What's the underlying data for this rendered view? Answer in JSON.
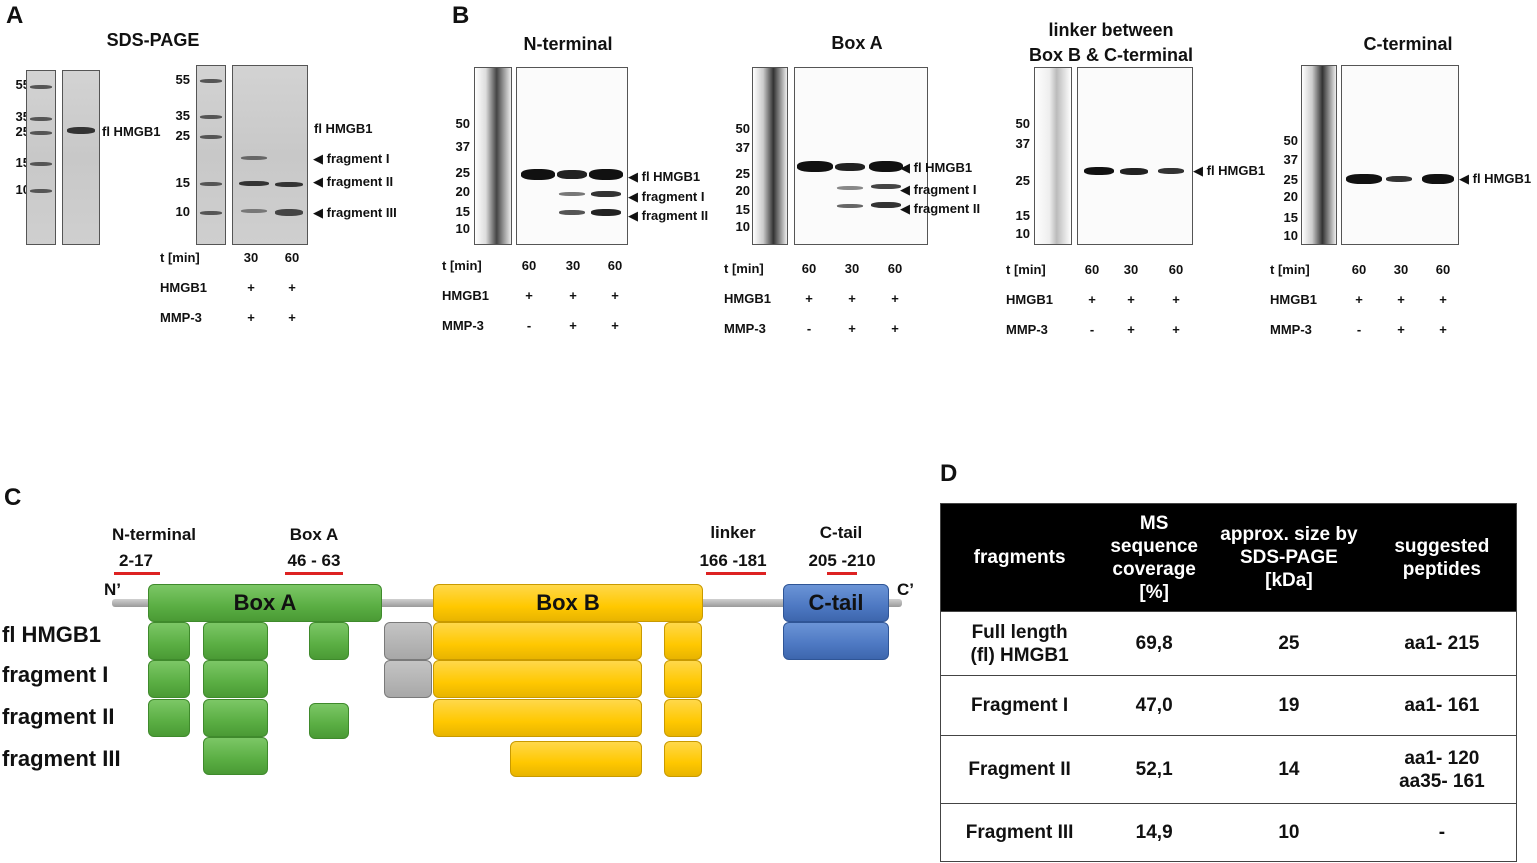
{
  "panels": {
    "a": "A",
    "b": "B",
    "c": "C",
    "d": "D"
  },
  "panel_a": {
    "title": "SDS-PAGE",
    "marker_left": [
      "55",
      "35",
      "25",
      "15",
      "10"
    ],
    "fl_label": "fl HMGB1",
    "marker_right": [
      "55",
      "35",
      "25",
      "15",
      "10"
    ],
    "arrows": {
      "fl": "fl HMGB1",
      "f1": "fragment I",
      "f2": "fragment II",
      "f3": "fragment III"
    },
    "cond_labels": {
      "t": "t [min]",
      "hmgb1": "HMGB1",
      "mmp3": "MMP-3"
    },
    "t_values": [
      "30",
      "60"
    ],
    "hmgb1_values": [
      "+",
      "+"
    ],
    "mmp3_values": [
      "+",
      "+"
    ]
  },
  "panel_b": {
    "blots": [
      {
        "title": "N-terminal",
        "markers": [
          "50",
          "37",
          "25",
          "20",
          "15",
          "10"
        ],
        "arrows": [
          "fl HMGB1",
          "fragment I",
          "fragment II"
        ]
      },
      {
        "title": "Box A",
        "markers": [
          "50",
          "37",
          "25",
          "20",
          "15",
          "10"
        ],
        "arrows": [
          "fl HMGB1",
          "fragment I",
          "fragment II"
        ]
      },
      {
        "title_line1": "linker between",
        "title_line2": "Box B & C-terminal",
        "markers": [
          "50",
          "37",
          "25",
          "15",
          "10"
        ],
        "arrows": [
          "fl HMGB1"
        ]
      },
      {
        "title": "C-terminal",
        "markers": [
          "50",
          "37",
          "25",
          "20",
          "15",
          "10"
        ],
        "arrows": [
          "fl HMGB1"
        ]
      }
    ],
    "cond_labels": {
      "t": "t [min]",
      "hmgb1": "HMGB1",
      "mmp3": "MMP-3"
    },
    "t_values": [
      "60",
      "30",
      "60"
    ],
    "hmgb1_values": [
      "+",
      "+",
      "+"
    ],
    "mmp3_values": [
      "-",
      "+",
      "+"
    ]
  },
  "panel_c": {
    "regions": [
      {
        "label": "N-terminal",
        "range": "2-17"
      },
      {
        "label": "Box A",
        "range": "46 - 63"
      },
      {
        "label": "linker",
        "range": "166 -181"
      },
      {
        "label": "C-tail",
        "range": "205 -210"
      }
    ],
    "n_end": "N’",
    "c_end": "C’",
    "domains": {
      "box_a": "Box A",
      "box_b": "Box B",
      "c_tail": "C-tail"
    },
    "fragments": [
      "fl HMGB1",
      "fragment I",
      "fragment II",
      "fragment III"
    ],
    "colors": {
      "box_a": "#5aae43",
      "box_b": "#ffc800",
      "c_tail": "#4d78c2",
      "linker": "#a8a8a8"
    }
  },
  "panel_d": {
    "headers": [
      "fragments",
      "MS sequence coverage [%]",
      "approx. size by SDS-PAGE [kDa]",
      "suggested peptides"
    ],
    "header_lines": [
      [
        "fragments"
      ],
      [
        "MS",
        "sequence",
        "coverage",
        "[%]"
      ],
      [
        "approx. size by",
        "SDS-PAGE",
        "[kDa]"
      ],
      [
        "suggested",
        "peptides"
      ]
    ],
    "rows": [
      {
        "name1": "Full length",
        "name2": "(fl) HMGB1",
        "coverage": "69,8",
        "size": "25",
        "peptides1": "aa1- 215",
        "peptides2": ""
      },
      {
        "name1": "Fragment I",
        "name2": "",
        "coverage": "47,0",
        "size": "19",
        "peptides1": "aa1- 161",
        "peptides2": ""
      },
      {
        "name1": "Fragment II",
        "name2": "",
        "coverage": "52,1",
        "size": "14",
        "peptides1": "aa1- 120",
        "peptides2": "aa35- 161"
      },
      {
        "name1": "Fragment III",
        "name2": "",
        "coverage": "14,9",
        "size": "10",
        "peptides1": "-",
        "peptides2": ""
      }
    ]
  }
}
